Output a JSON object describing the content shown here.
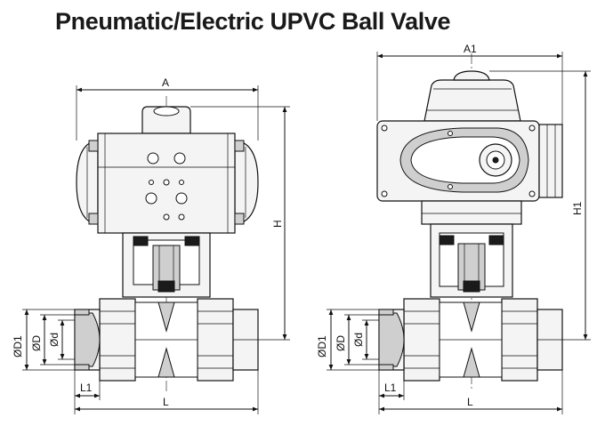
{
  "title": "Pneumatic/Electric UPVC Ball Valve",
  "left_view": {
    "labels": {
      "A": "A",
      "H": "H",
      "D1": "ØD1",
      "D": "ØD",
      "d": "Ød",
      "L1": "L1",
      "L": "L"
    }
  },
  "right_view": {
    "labels": {
      "A1": "A1",
      "H1": "H1",
      "D1": "ØD1",
      "D": "ØD",
      "d": "Ød",
      "L1": "L1",
      "L": "L"
    }
  },
  "colors": {
    "line": "#111111",
    "body_fill": "#f4f4f4",
    "dark_fill": "#1b1b1b",
    "grey_fill": "#cfcfcf"
  }
}
